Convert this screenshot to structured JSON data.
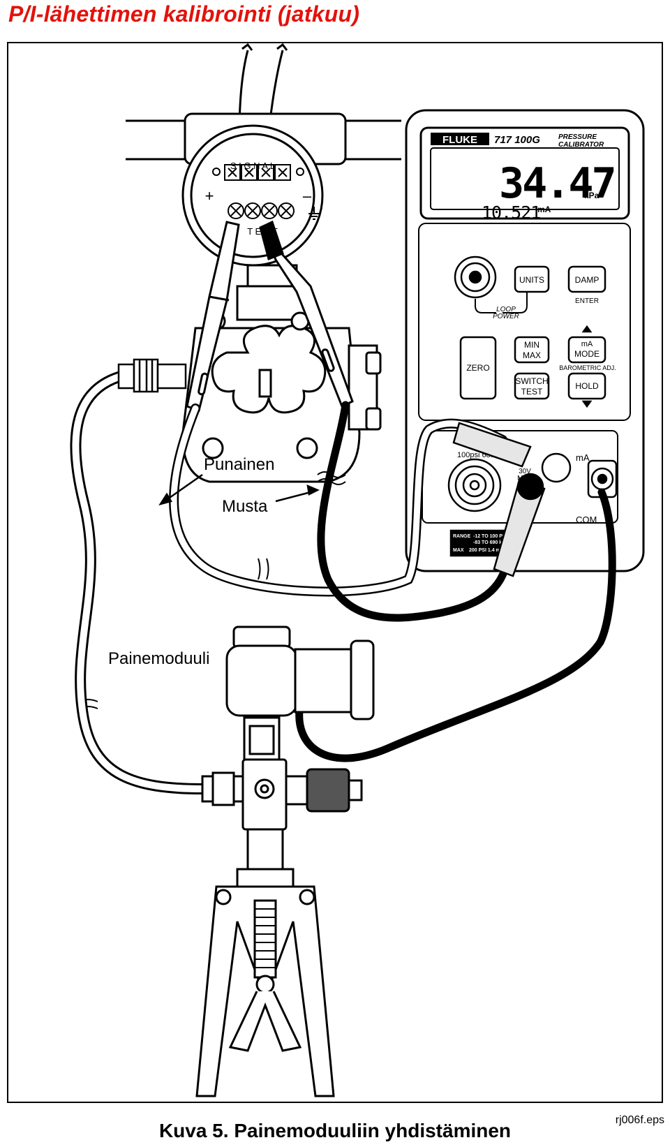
{
  "title": "P/I-lähettimen kalibrointi (jatkuu)",
  "caption": "Kuva 5. Painemoduuliin yhdistäminen",
  "file_ref": "rj006f.eps",
  "callouts": {
    "red": "Punainen",
    "black": "Musta",
    "module": "Painemoduuli"
  },
  "transmitter": {
    "terminal_top_label": "S I G N A L",
    "terminal_bottom_label": "T E S T",
    "plus": "+",
    "minus": "–"
  },
  "calibrator": {
    "brand": "FLUKE",
    "model": "717 100G",
    "type_line1": "PRESSURE",
    "type_line2": "CALIBRATOR",
    "display_main": "34.47",
    "display_main_unit": "kPa",
    "display_sub": "10.521",
    "display_sub_unit": "mA",
    "buttons": {
      "units": "UNITS",
      "damp": "DAMP",
      "enter": "ENTER",
      "loop_power_1": "LOOP",
      "loop_power_2": "POWER",
      "zero": "ZERO",
      "minmax_1": "MIN",
      "minmax_2": "MAX",
      "mode_1": "mA",
      "mode_2": "MODE",
      "barometric": "BAROMETRIC ADJ.",
      "switch_1": "SWITCH",
      "switch_2": "TEST",
      "hold": "HOLD"
    },
    "ports": {
      "pressure": "100psi  689",
      "ma": "mA",
      "max_voltage_1": "30V",
      "max_voltage_2": "MAX",
      "com": "COM"
    },
    "specs": {
      "range_label": "RANGE",
      "range_1": "-12 TO 100 PSI",
      "range_2": "-83 TO 690 kPa",
      "max_label": "MAX",
      "max_value": "200 PSI  1.4 mP"
    }
  }
}
